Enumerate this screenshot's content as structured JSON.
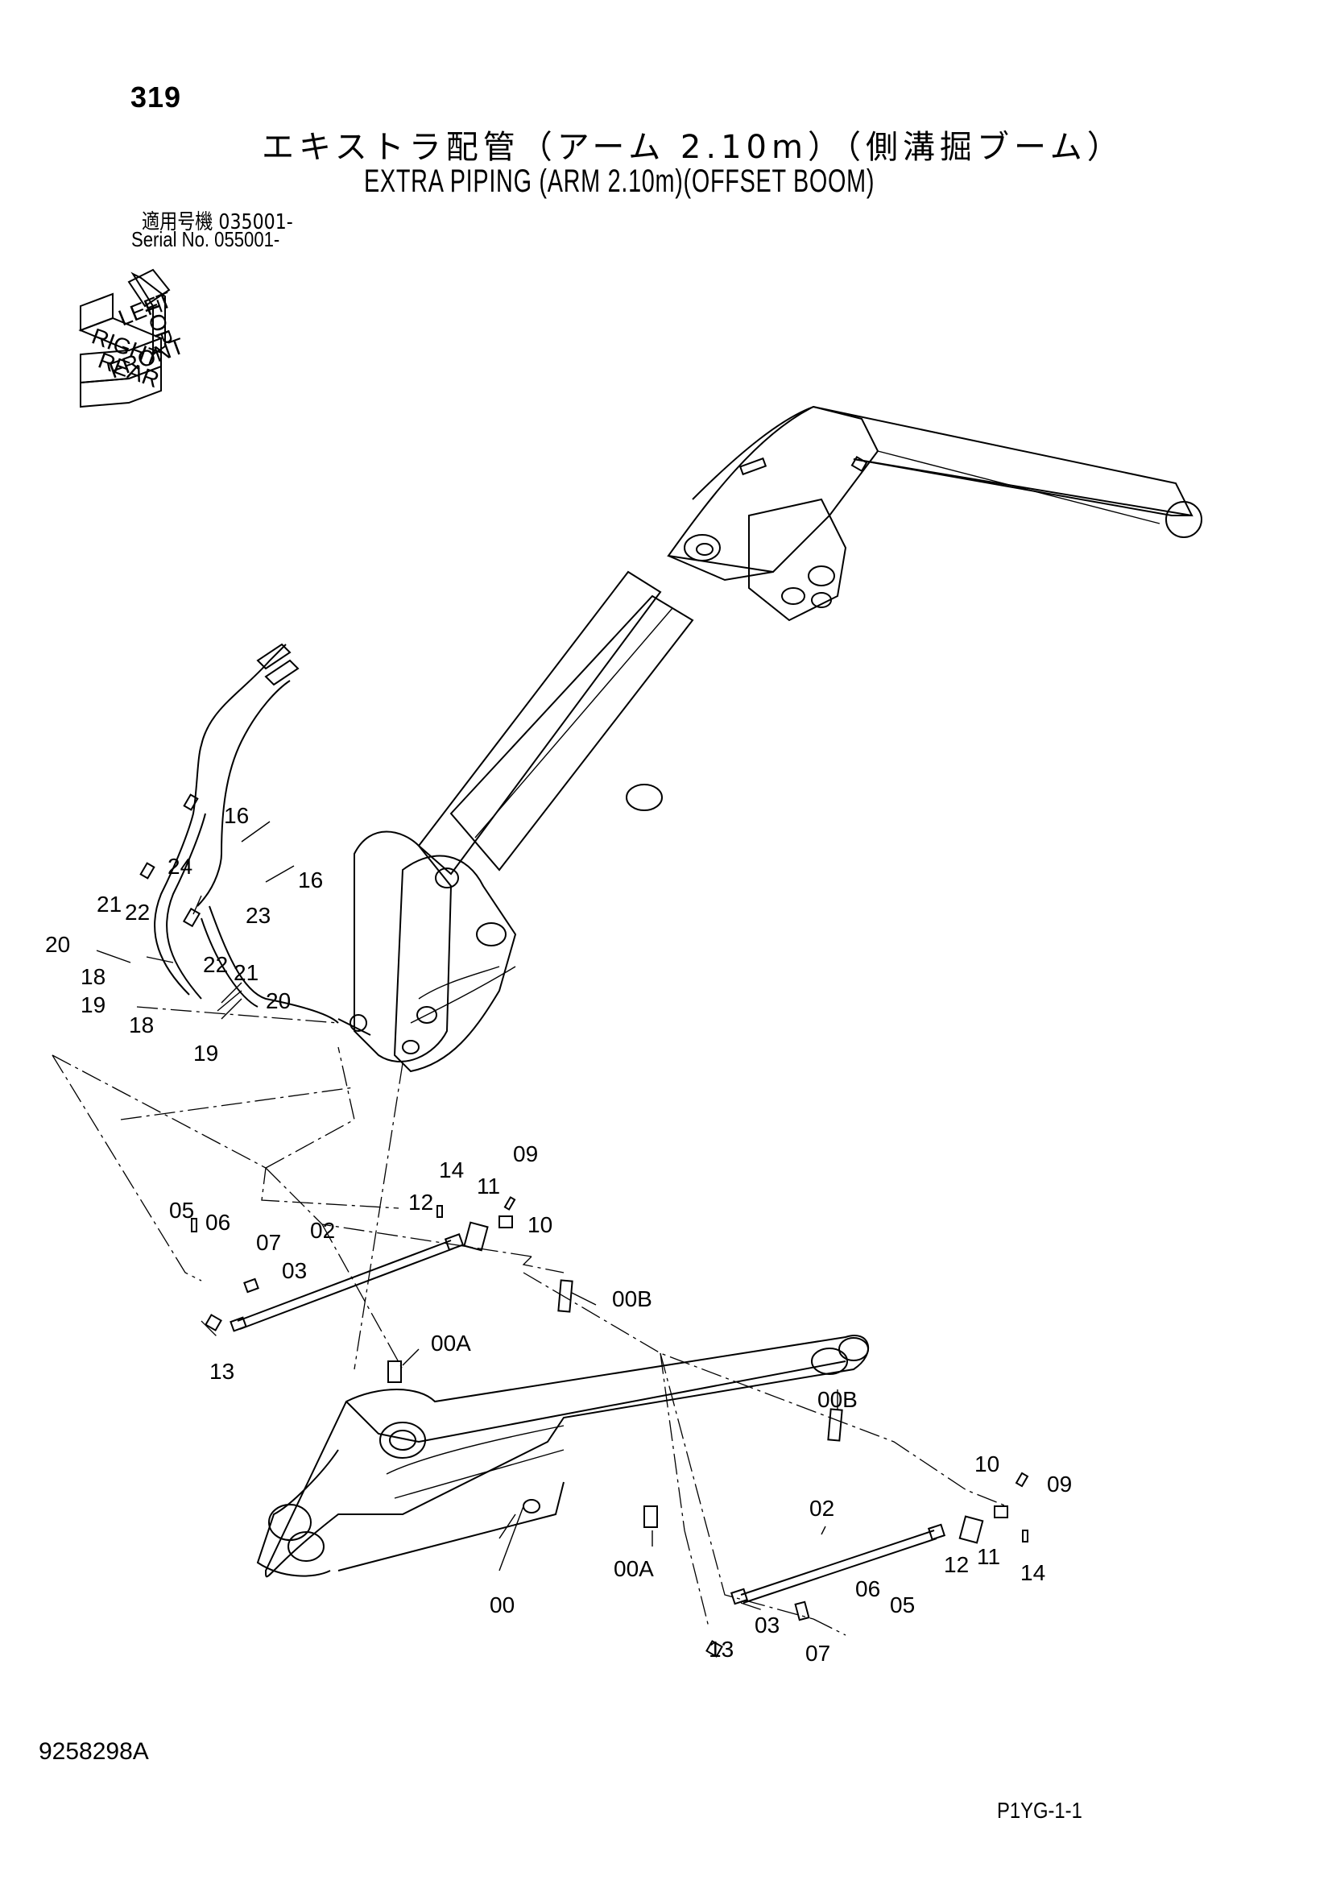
{
  "header": {
    "page_number": "319",
    "title_jp": "エキストラ配管（アーム 2.10m）（側溝掘ブーム）",
    "title_en": "EXTRA PIPING (ARM 2.10m)(OFFSET BOOM)",
    "serial_jp": "適用号機  035001-",
    "serial_en": "Serial No. 055001-"
  },
  "orientation_icon": {
    "labels": [
      "TOP",
      "RIGHT",
      "LEFT",
      "FRONT",
      "REAR"
    ]
  },
  "callouts": {
    "c16a": "16",
    "c16b": "16",
    "c24": "24",
    "c23": "23",
    "c21a": "21",
    "c22a": "22",
    "c20a": "20",
    "c18a": "18",
    "c19a": "19",
    "c22b": "22",
    "c21b": "21",
    "c20b": "20",
    "c18b": "18",
    "c19b": "19",
    "c14a": "14",
    "c09a": "09",
    "c11a": "11",
    "c12a": "12",
    "c10a": "10",
    "c05a": "05",
    "c06a": "06",
    "c07a": "07",
    "c02a": "02",
    "c03a": "03",
    "c13a": "13",
    "c00Ba": "00B",
    "c00Aa": "00A",
    "c00Bb": "00B",
    "c10b": "10",
    "c09b": "09",
    "c02b": "02",
    "c12b": "12",
    "c11b": "11",
    "c14b": "14",
    "c00Ab": "00A",
    "c00": "00",
    "c06b": "06",
    "c05b": "05",
    "c03b": "03",
    "c07b": "07",
    "c13b": "13"
  },
  "footer": {
    "drawing_number": "9258298A",
    "sheet_code": "P1YG-1-1"
  }
}
